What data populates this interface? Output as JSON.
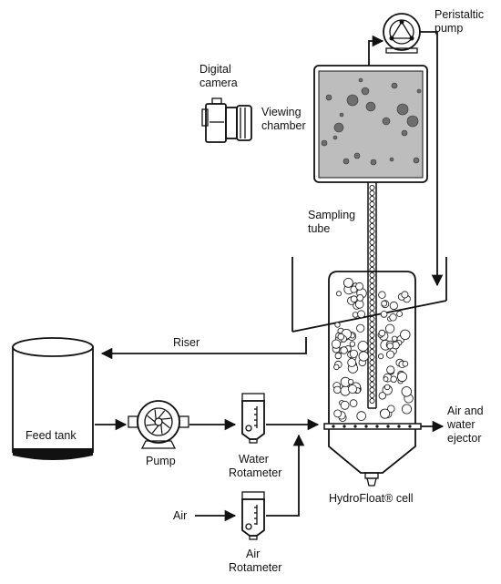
{
  "labels": {
    "peristaltic_pump": [
      "Peristaltic",
      "pump"
    ],
    "digital_camera": [
      "Digital",
      "camera"
    ],
    "viewing_chamber": [
      "Viewing",
      "chamber"
    ],
    "sampling_tube": [
      "Sampling",
      "tube"
    ],
    "riser": "Riser",
    "feed_tank": "Feed tank",
    "pump": "Pump",
    "water_rotameter": [
      "Water",
      "Rotameter"
    ],
    "air": "Air",
    "air_rotameter": [
      "Air",
      "Rotameter"
    ],
    "hydrofloat_cell": "HydroFloat® cell",
    "air_water_ejector": [
      "Air and",
      "water",
      "ejector"
    ]
  },
  "colors": {
    "line": "#111111",
    "chamber_fill": "#bdbdbd",
    "tank_base": "#111111",
    "background": "#ffffff"
  },
  "icons": [
    "camera-icon",
    "peristaltic-pump-icon",
    "centrifugal-pump-icon",
    "rotameter-icon"
  ]
}
